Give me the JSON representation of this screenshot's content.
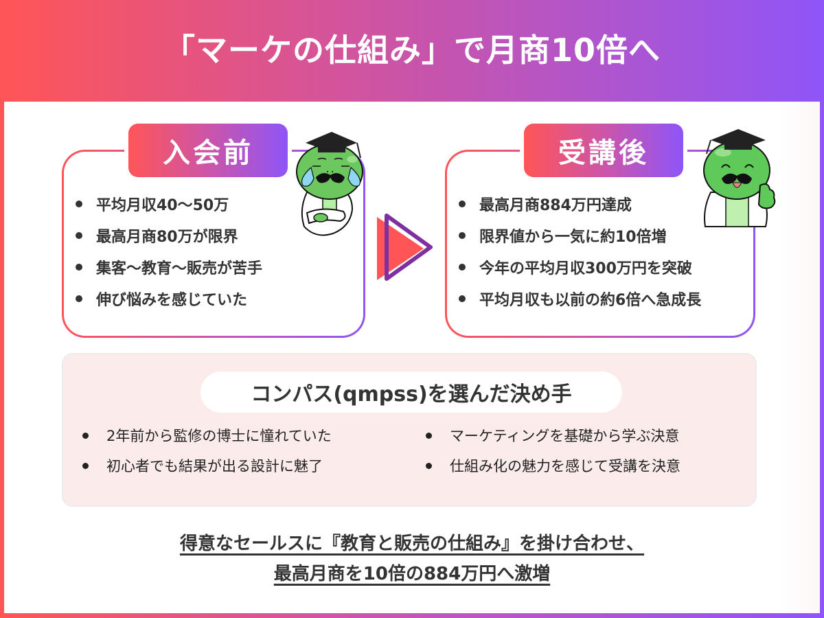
{
  "header": {
    "title": "「マーケの仕組み」で月商10倍へ"
  },
  "before": {
    "label": "入会前",
    "items": [
      "平均月収40〜50万",
      "最高月商80万が限界",
      "集客〜教育〜販売が苦手",
      "伸び悩みを感じていた"
    ],
    "mascot": "crying-mascot-icon"
  },
  "after": {
    "label": "受講後",
    "items": [
      "最高月商884万円達成",
      "限界値から一気に約10倍増",
      "今年の平均月収300万円を突破",
      "平均月収も以前の約6倍へ急成長"
    ],
    "mascot": "happy-mascot-icon"
  },
  "arrow": {
    "icon": "play-arrow-icon"
  },
  "reasons": {
    "title": "コンパス(qmpss)を選んだ決め手",
    "left": [
      "2年前から監修の博士に憧れていた",
      " 初心者でも結果が出る設計に魅了"
    ],
    "right": [
      "マーケティングを基礎から学ぶ決意",
      "仕組み化の魅力を感じて受講を決意"
    ]
  },
  "conclusion": {
    "line1": "得意なセールスに『教育と販売の仕組み』を掛け合わせ、",
    "line2": "最高月商を10倍の884万円へ激増"
  },
  "colors": {
    "gradient_start": "#ff5557",
    "gradient_end": "#8f55f8",
    "reasons_bg": "#fcebeb",
    "mascot_green": "#5fc95a",
    "text": "#333333"
  }
}
